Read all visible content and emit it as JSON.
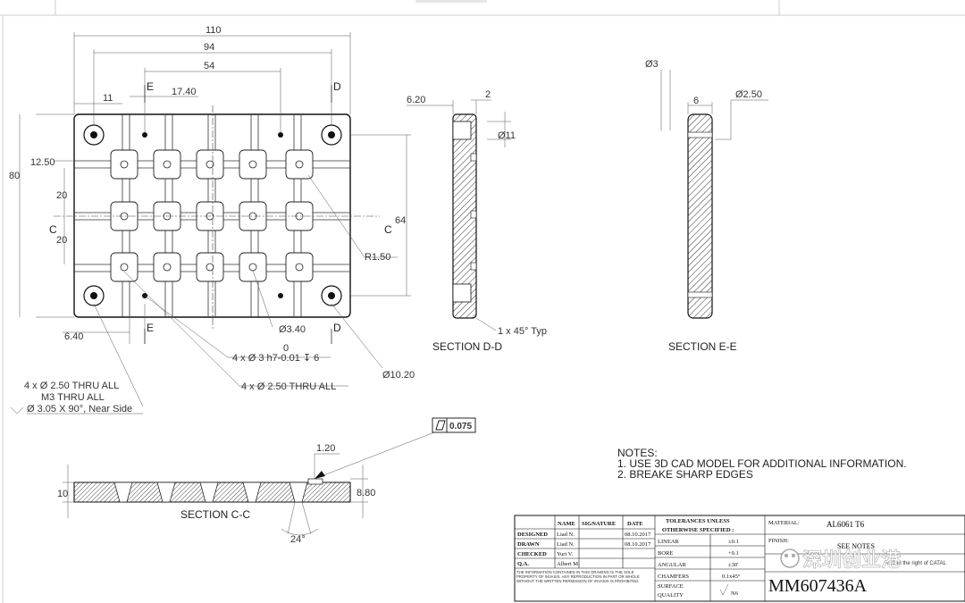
{
  "views": {
    "top": {
      "dims": {
        "overall_width": "110",
        "hole_span": "94",
        "inner_span": "54",
        "left_offset": "11",
        "pocket_offset": "17.40",
        "overall_height": "80",
        "top_row_offset": "12.50",
        "pitch_1": "20",
        "pitch_2": "20",
        "hole_vertical": "64",
        "bottom_offset": "6.40",
        "hole_34": "Ø3.40",
        "zero": "0",
        "dowel": "4 x Ø 3 h7-0.01 ↧ 6",
        "thru_250": "4 x Ø 2.50 THRU ALL",
        "big_hole": "Ø10.20",
        "radius": "R1.50",
        "note_left_1": "4 x Ø 2.50 THRU ALL",
        "note_left_2": "M3  THRU ALL",
        "note_left_3": "Ø 3.05 X 90°, Near Side"
      },
      "section_markers": {
        "e_top": "E",
        "e_bottom": "E",
        "d_top": "D",
        "d_bottom": "D",
        "c_left": "C",
        "c_right": "C"
      }
    },
    "section_dd": {
      "title": "SECTION D-D",
      "dim_620": "6.20",
      "dim_2": "2",
      "dim_11": "Ø11",
      "chamfer": "1 x 45° Typ"
    },
    "section_ee": {
      "title": "SECTION E-E",
      "dim_3": "Ø3",
      "dim_6": "6",
      "dim_250": "Ø2.50"
    },
    "section_cc": {
      "title": "SECTION C-C",
      "dim_10": "10",
      "dim_880": "8.80",
      "dim_120": "1.20",
      "angle": "24°",
      "flatness": "0.075"
    }
  },
  "notes": {
    "heading": "NOTES:",
    "items": [
      "1. USE 3D CAD MODEL FOR ADDITIONAL INFORMATION.",
      "2. BREAKE SHARP EDGES"
    ]
  },
  "title_block": {
    "headers": {
      "name": "NAME",
      "signature": "SIGNATURE",
      "date": "DATE"
    },
    "rows": [
      {
        "role": "DESIGNED",
        "name": "Liad N.",
        "date": "08.10.2017"
      },
      {
        "role": "DRAWN",
        "name": "Liad N.",
        "date": "08.10.2017"
      },
      {
        "role": "CHECKED",
        "name": "Yuri V.",
        "date": ""
      },
      {
        "role": "Q.A.",
        "name": "Albert M.",
        "date": ""
      }
    ],
    "confidential": "THE INFORMATION CONTAINED IN THIS DRAWING IS THE SOLE PROPERTY OF INVASIS. ANY REPRODUCTION IN PART OR WHOLE WITHOUT THE WRITTEN PERMISSION OF INVASIS IS PROHIBITED.",
    "tolerances": {
      "heading_1": "TOLERANCES UNLESS",
      "heading_2": "OTHERWISE SPECIFIED :",
      "rows": [
        {
          "label": "LINEAR",
          "value": "±0.1"
        },
        {
          "label": "BORE",
          "value": "+0.1"
        },
        {
          "label": "ANGULAR",
          "value": "±30'"
        },
        {
          "label": "CHAMFERS",
          "value": "0.1x45°"
        }
      ],
      "surface_label": "SURFACE",
      "quality_label": "QUALITY",
      "quality_value": "N6"
    },
    "material_label": "MATERIAL:",
    "material_value": "AL6061 T6",
    "finish_label": "FINISH:",
    "finish_value": "SEE NOTES",
    "catalog_fragment": "RES in the right of CATAL",
    "part_number": "MM607436A"
  },
  "watermark": "深圳创业港"
}
